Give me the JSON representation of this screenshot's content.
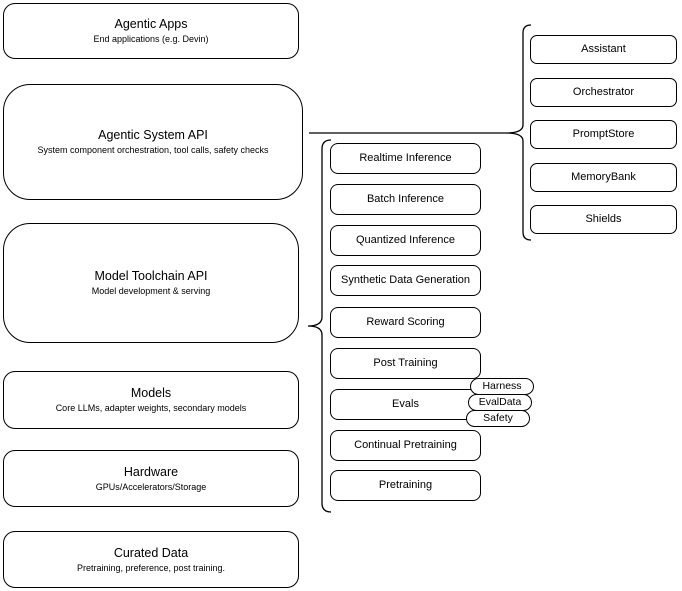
{
  "canvas": {
    "background": "#ffffff",
    "stroke_color": "#000000",
    "text_color": "#000000"
  },
  "left_stack": [
    {
      "title": "Agentic Apps",
      "subtitle": "End applications (e.g. Devin)"
    },
    {
      "title": "Agentic System API",
      "subtitle": "System component orchestration, tool calls, safety checks"
    },
    {
      "title": "Model Toolchain API",
      "subtitle": "Model development & serving"
    },
    {
      "title": "Models",
      "subtitle": "Core LLMs, adapter weights, secondary models"
    },
    {
      "title": "Hardware",
      "subtitle": "GPUs/Accelerators/Storage"
    },
    {
      "title": "Curated Data",
      "subtitle": "Pretraining, preference, post training."
    }
  ],
  "toolchain_items": [
    "Realtime Inference",
    "Batch Inference",
    "Quantized Inference",
    "Synthetic Data Generation",
    "Reward Scoring",
    "Post Training",
    "Evals",
    "Continual Pretraining",
    "Pretraining"
  ],
  "evals_tags": [
    "Harness",
    "EvalData",
    "Safety"
  ],
  "system_items": [
    "Assistant",
    "Orchestrator",
    "PromptStore",
    "MemoryBank",
    "Shields"
  ]
}
